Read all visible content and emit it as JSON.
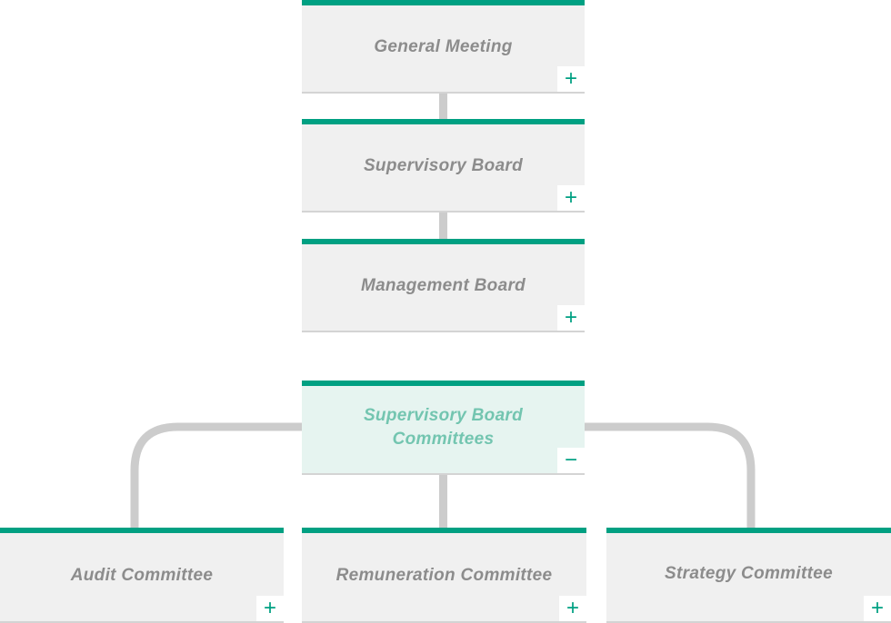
{
  "colors": {
    "accent": "#00a082",
    "box_bg": "#f0f0f0",
    "active_bg": "#e6f4f0",
    "label": "#8c8c8c",
    "active_label": "#73c5b0",
    "connector": "#cccccc"
  },
  "nodes": {
    "general_meeting": {
      "label": "General Meeting",
      "toggle": "+"
    },
    "supervisory_board": {
      "label": "Supervisory Board",
      "toggle": "+"
    },
    "management_board": {
      "label": "Management Board",
      "toggle": "+"
    },
    "sb_committees": {
      "label_line1": "Supervisory Board",
      "label_line2": "Committees",
      "toggle": "−"
    },
    "audit": {
      "label": "Audit Committee",
      "toggle": "+"
    },
    "remuneration": {
      "label": "Remuneration Committee",
      "toggle": "+"
    },
    "strategy": {
      "label": "Strategy Committee",
      "toggle": "+"
    }
  }
}
